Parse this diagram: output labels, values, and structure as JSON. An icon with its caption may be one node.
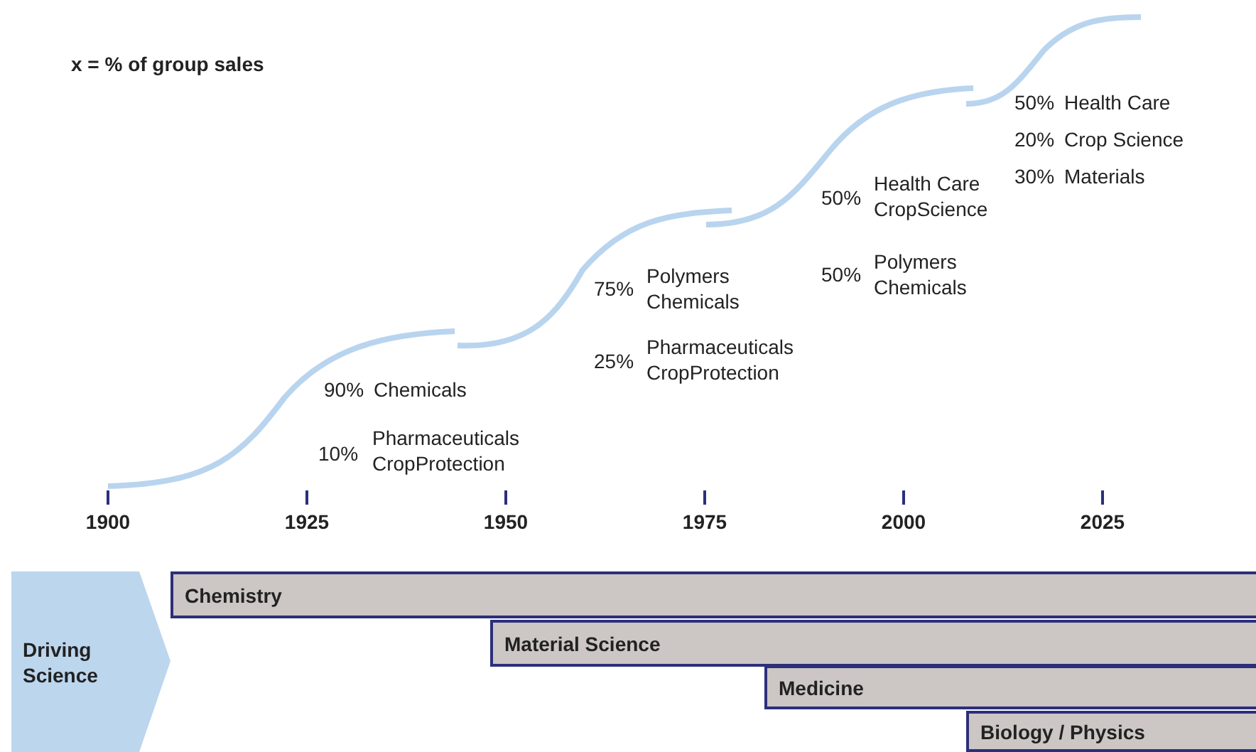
{
  "diagram": {
    "title": "x = % of group sales",
    "nodes": [
      {
        "text": [
          "Driving Science"
        ]
      },
      {
        "text": [
          "Chemistry"
        ]
      },
      {
        "text": [
          "Material Science"
        ]
      },
      {
        "text": [
          "Medicine"
        ]
      },
      {
        "text": [
          "Biology / Physics"
        ]
      }
    ],
    "labels": [
      "90%",
      "Chemicals",
      "10%",
      "Pharmaceuticals CropProtection",
      "75%",
      "Polymers Chemicals",
      "25%",
      "Pharmaceuticals CropProtection",
      "50%",
      "Health Care CropScience",
      "50%",
      "Polymers Chemicals",
      "50%",
      "Health Care",
      "20%",
      "Crop Science",
      "30%",
      "Materials",
      "1900",
      "1925",
      "1950",
      "1975",
      "2000",
      "2025"
    ]
  }
}
